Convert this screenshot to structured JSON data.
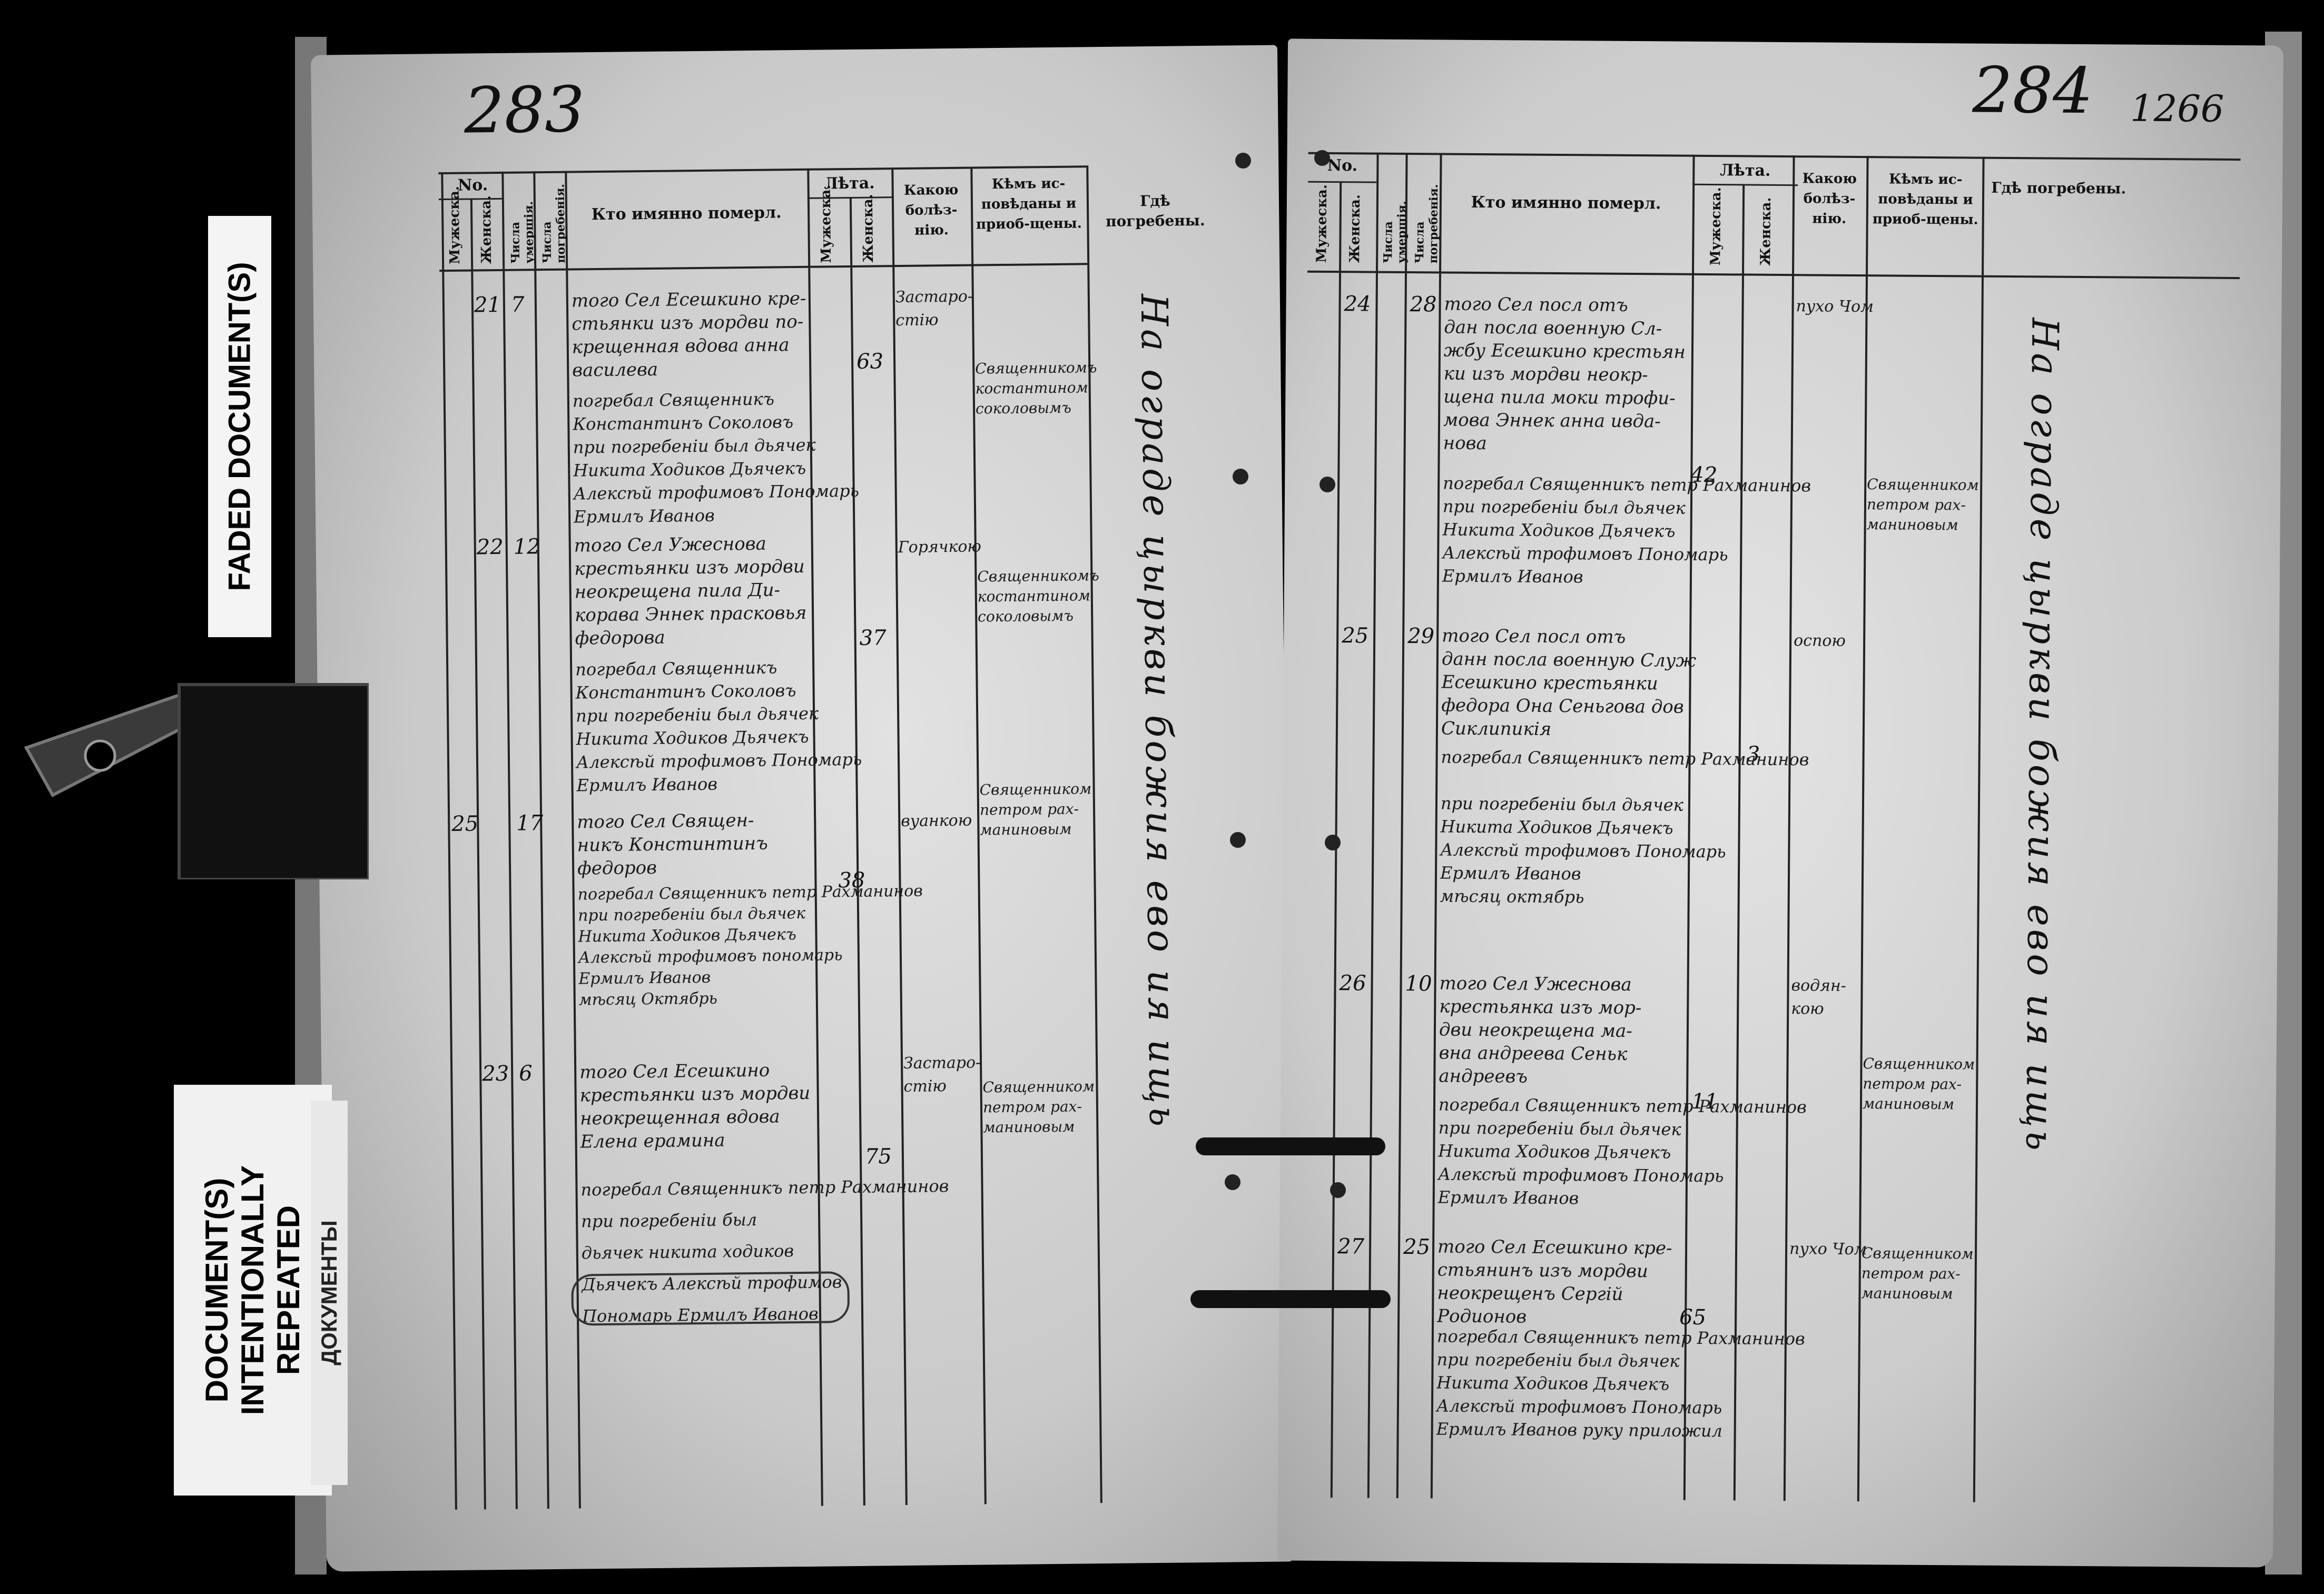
{
  "labels": {
    "faded": "FADED DOCUMENT(S)",
    "repeated_lines": [
      "DOCUMENT(S)",
      "INTENTIONALLY",
      "REPEATED"
    ],
    "russian_strip": "ДОКУМЕНТЫ"
  },
  "left_page": {
    "folio": "283",
    "headers": {
      "no": "No.",
      "male": "Мужеска.",
      "female": "Женска.",
      "death_day": "Числа умершія.",
      "burial_day": "Числа погребенія.",
      "who": "Кто имянно померл.",
      "years": "Лѣта.",
      "years_male": "Мужеска.",
      "years_female": "Женска.",
      "disease": "Какою болѣз-нію.",
      "confession": "Кѣмъ ис-повѣданы и приоб-щены.",
      "where": "Гдѣ погребены."
    },
    "vertical_note": "На ограде цыркви божия ево ия ищь",
    "entries": [
      {
        "f": "21",
        "d": "7",
        "text": "того Сел Есешкино кре-\nстьянки изъ мордви по-\nкрещенная вдова анна\nвасилева",
        "age": "63",
        "disease": "Застаро-\nстію",
        "conf": "Священникомъ\nкостантином\nсоколовымъ",
        "burial": "погребал Священникъ\nКонстантинъ Соколовъ\nпри погребеніи был дьячек\nНикита Ходиков Дьячекъ\nАлексѣй трофимовъ Пономарь\nЕрмилъ Иванов"
      },
      {
        "f": "22",
        "d": "12",
        "text": "того Сел Ужеснова\nкрестьянки изъ мордви\nнеокрещена пила Ди-\nкорава Эннек прасковья\nфедорова",
        "age": "37",
        "disease": "Горячкою",
        "conf": "Священникомъ\nкостантином\nсоколовымъ",
        "burial": "погребал Священникъ\nКонстантинъ Соколовъ\nпри погребеніи был дьячек\nНикита Ходиков Дьячекъ\nАлексѣй трофимовъ Пономарь\nЕрмилъ Иванов"
      },
      {
        "f": "25",
        "d": "17",
        "text": "того Сел Священ-\nникъ Констинтинъ\nфедоров",
        "age": "38",
        "disease": "вуанкою",
        "conf": "Священником\nпетром рах-\nманиновым",
        "burial": "погребал Священникъ петр Рахманинов\nпри погребеніи был дьячек\nНикита Ходиков Дьячекъ\nАлексѣй трофимовъ пономарь\nЕрмилъ Иванов\nмѣсяц Октябрь"
      },
      {
        "f": "23",
        "d": "6",
        "text": "того Сел Есешкино\nкрестьянки изъ мордви\nнеокрещенная вдова\nЕлена ерамина",
        "age": "75",
        "disease": "Застаро-\nстію",
        "conf": "Священником\nпетром рах-\nманиновым",
        "burial": "погребал Священникъ петр Рахманинов\nпри погребеніи был\nдьячек никита ходиков\nДьячекъ Алексѣй трофимов\nПономарь Ермилъ Иванов"
      }
    ]
  },
  "right_page": {
    "folio": "284",
    "folio_extra": "1266",
    "headers": {
      "no": "No.",
      "male": "Мужеска.",
      "female": "Женска.",
      "death_day": "Числа умершія.",
      "burial_day": "Числа погребенія.",
      "who": "Кто имянно померл.",
      "years": "Лѣта.",
      "years_male": "Мужеска.",
      "years_female": "Женска.",
      "disease": "Какою болѣз-нію.",
      "confession": "Кѣмъ ис-повѣданы и приоб-щены.",
      "where": "Гдѣ погребены."
    },
    "vertical_note": "На ограде цыркви божия ево ия ищь",
    "entries": [
      {
        "f": "24",
        "d": "28",
        "text": "того Сел посл отъ\nдан посла военную Сл-\nжбу Есешкино крестьян\nки изъ мордви неокр-\nщена пила моки трофи-\nмова Эннек анна ивда-\nнова",
        "age": "42",
        "disease": "пухо Чом",
        "conf": "Священником\nпетром рах-\nманиновым",
        "burial": "погребал Священникъ петр Рахманинов\nпри погребеніи был дьячек\nНикита Ходиков Дьячекъ\nАлексѣй трофимовъ Пономарь\nЕрмилъ Иванов"
      },
      {
        "f": "25",
        "d": "29",
        "text": "того Сел посл отъ\nданн посла военную Служ\nЕсешкино крестьянки\nфедора Она Сеньгова дов\nСиклипикія",
        "age": "3",
        "disease": "оспою",
        "conf": "",
        "burial": "погребал Священникъ петр Рахманинов\n\nпри погребеніи был дьячек\nНикита Ходиков Дьячекъ\nАлексѣй трофимовъ Пономарь\nЕрмилъ Иванов\nмѣсяц октябрь"
      },
      {
        "f": "26",
        "d": "10",
        "text": "того Сел Ужеснова\nкрестьянка изъ мор-\nдви неокрещена ма-\nвна андреева Сеньк\nандреевъ",
        "age": "11",
        "disease": "водян-\nкою",
        "conf": "Священником\nпетром рах-\nманиновым",
        "burial": "погребал Священникъ петр Рахманинов\nпри погребеніи был дьячек\nНикита Ходиков Дьячекъ\nАлексѣй трофимовъ Пономарь\nЕрмилъ Иванов"
      },
      {
        "f": "27",
        "d": "25",
        "text": "того Сел Есешкино кре-\nстьянинъ изъ мордви\nнеокрещенъ Сергій\nРодионов",
        "age": "65",
        "disease": "пухо Чом",
        "conf": "Священником\nпетром рах-\nманиновым",
        "burial": "погребал Священникъ петр Рахманинов\nпри погребеніи был дьячек\nНикита Ходиков Дьячекъ\nАлексѣй трофимовъ Пономарь\nЕрмилъ Иванов руку приложил"
      }
    ]
  }
}
